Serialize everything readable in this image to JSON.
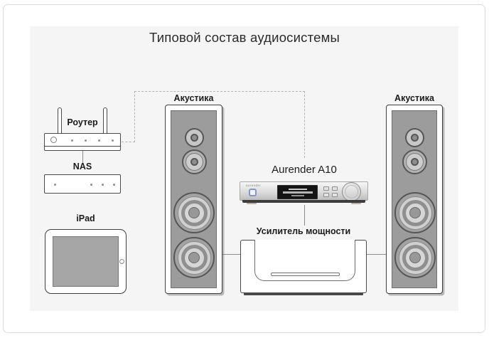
{
  "title": "Типовой состав аудиосистемы",
  "labels": {
    "router": "Роутер",
    "nas": "NAS",
    "ipad": "iPad",
    "speaker_left": "Акустика",
    "speaker_right": "Акустика",
    "player": "Aurender A10",
    "player_brand": "aurender",
    "amplifier": "Усилитель мощности"
  },
  "colors": {
    "page_background": "#ffffff",
    "panel_background": "#f5f5f6",
    "outline": "#4a4a4a",
    "speaker_baffle": "#9c9c9c",
    "connector_solid": "#8c8c8c",
    "connector_dashed": "#b3b3b3",
    "player_logo_accent": "#8695c9",
    "display_background": "#141414"
  },
  "diagram": {
    "type": "diagram",
    "connections": [
      {
        "from": "router",
        "to": "nas",
        "style": "solid"
      },
      {
        "from": "router",
        "to": "player",
        "style": "dashed"
      },
      {
        "from": "player",
        "to": "amplifier",
        "style": "solid"
      },
      {
        "from": "amplifier",
        "to": "speaker_left",
        "style": "solid"
      },
      {
        "from": "amplifier",
        "to": "speaker_right",
        "style": "solid"
      }
    ]
  }
}
